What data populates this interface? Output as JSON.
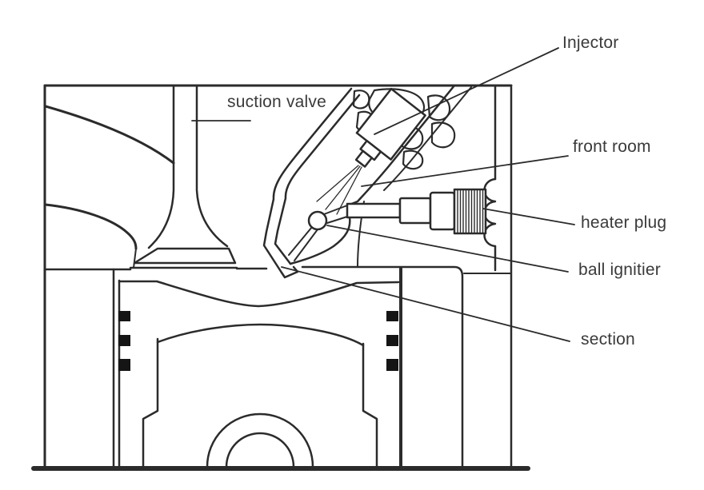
{
  "page": {
    "background": "#ffffff"
  },
  "diagram": {
    "type": "engine-cross-section-line-drawing",
    "colors": {
      "paper": "#ffffff",
      "line": "#2b2b2b",
      "text": "#3a3a3a",
      "ring_fill": "#151515"
    },
    "labels": {
      "suction_valve": "suction valve",
      "injector": "Injector",
      "front_room": "front room",
      "heater_plug": "heater plug",
      "ball_ignitier": "ball ignitier",
      "section": "section"
    }
  }
}
